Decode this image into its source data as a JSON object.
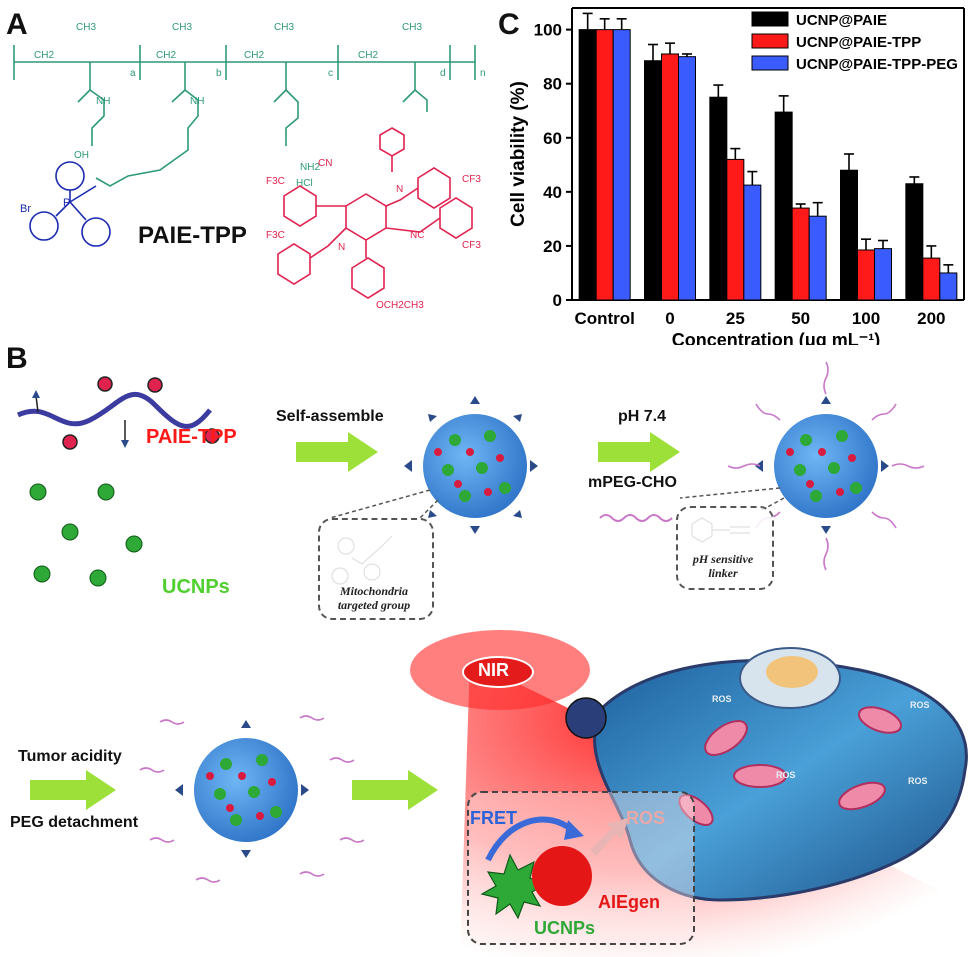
{
  "panels": {
    "a": "A",
    "b": "B",
    "c": "C"
  },
  "structure": {
    "name": "PAIE-TPP",
    "backbone_labels": {
      "ch2": "CH2",
      "ch3": "CH3",
      "a": "a",
      "b": "b",
      "c": "c",
      "d": "d",
      "n": "n"
    },
    "groups": {
      "oh": "OH",
      "nh": "NH",
      "nh2": "NH2",
      "hcl": "HCl",
      "br": "Br",
      "p": "P",
      "cf3": "CF3",
      "f3c": "F3C",
      "cn": "CN",
      "nc": "NC",
      "n_atom": "N",
      "ethoxy": "OCH2CH3"
    }
  },
  "scheme": {
    "polymer_label": "PAIE-TPP",
    "ucnp_label": "UCNPs",
    "step1": "Self-assemble",
    "step2_top": "pH 7.4",
    "step2_bottom": "mPEG-CHO",
    "box1_line1": "Mitochondria",
    "box1_line2": "targeted group",
    "box2_line1": "pH sensitive",
    "box2_line2": "linker",
    "step3_top": "Tumor acidity",
    "step3_bottom": "PEG detachment",
    "nir": "NIR",
    "fret": "FRET",
    "ros": "ROS",
    "aiegen": "AIEgen",
    "ucnps_inset": "UCNPs",
    "cell_ros": "ROS"
  },
  "colors": {
    "paie": "#000000",
    "paie_tpp": "#ff1a1a",
    "paie_tpp_peg": "#3a5cff",
    "arrow": "#9ee03a",
    "nanoparticle": "#3d8fe0",
    "polymer_green": "#2e9a74",
    "tpp_blue": "#1b2bb0",
    "aie_red": "#e0234e"
  },
  "chart_data": {
    "type": "bar",
    "categories": [
      "Control",
      "0",
      "25",
      "50",
      "100",
      "200"
    ],
    "series": [
      {
        "name": "UCNP@PAIE",
        "values": [
          100,
          88.5,
          75,
          69.5,
          48,
          43
        ],
        "errors": [
          6,
          6,
          4.5,
          6,
          6,
          2.5
        ]
      },
      {
        "name": "UCNP@PAIE-TPP",
        "values": [
          100,
          91,
          52,
          34,
          18.5,
          15.5
        ],
        "errors": [
          4,
          4,
          4,
          1.5,
          4,
          4.5
        ]
      },
      {
        "name": "UCNP@PAIE-TPP-PEG",
        "values": [
          100,
          90,
          42.5,
          31,
          19,
          10
        ],
        "errors": [
          4,
          1,
          5,
          5,
          3,
          3
        ]
      }
    ],
    "ylabel": "Cell viability (%)",
    "xlabel": "Concentration (μg mL⁻¹)",
    "yticks": [
      "0",
      "20",
      "40",
      "60",
      "80",
      "100"
    ],
    "ylim": [
      0,
      108
    ],
    "legend_position": "top-right",
    "grid": false
  }
}
